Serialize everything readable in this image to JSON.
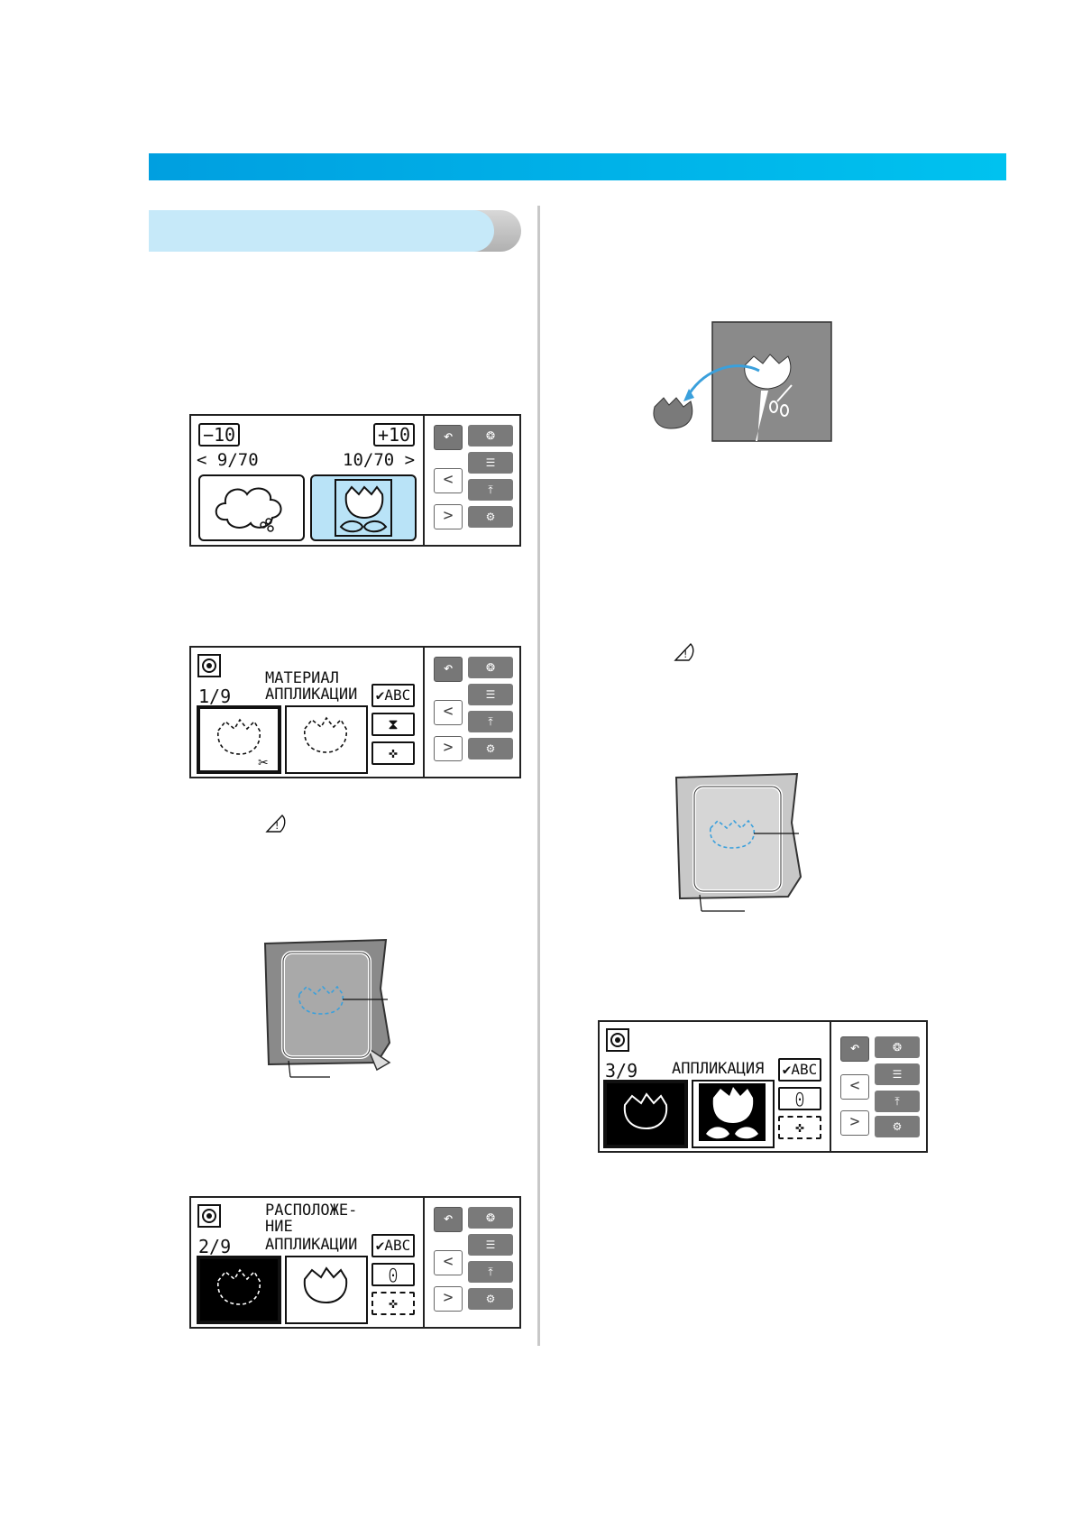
{
  "colors": {
    "top_bar": "#00b0ea",
    "section_tab": "#c6e9f9",
    "lcd_selected": "#b9e3f7",
    "fabric": "#8a8a8a",
    "stitch_line": "#3aa0dc"
  },
  "screen1": {
    "minus_key": "−10",
    "plus_key": "+10",
    "left_counter": "< 9/70",
    "right_counter": "10/70 >",
    "prev_key": "<",
    "next_key": ">"
  },
  "screen2": {
    "page": "1/9",
    "title_line1": "МАТЕРИАЛ",
    "title_line2": "АППЛИКАЦИИ",
    "abc_key": "✔ABC",
    "prev_key": "<",
    "next_key": ">"
  },
  "screen3": {
    "page": "2/9",
    "title_line1": "РАСПОЛОЖЕ-",
    "title_line2": "НИЕ",
    "title_line3": "АППЛИКАЦИИ",
    "abc_key": "✔ABC",
    "prev_key": "<",
    "next_key": ">"
  },
  "screen4": {
    "page": "3/9",
    "title_line1": "АППЛИКАЦИЯ",
    "abc_key": "✔ABC",
    "prev_key": "<",
    "next_key": ">"
  },
  "icons": [
    "back-arrow-icon",
    "stitch-mode-icon",
    "manual-icon",
    "memory-icon",
    "sewing-machine-icon",
    "applique-logo-icon",
    "warning-icon",
    "scissors-icon"
  ]
}
